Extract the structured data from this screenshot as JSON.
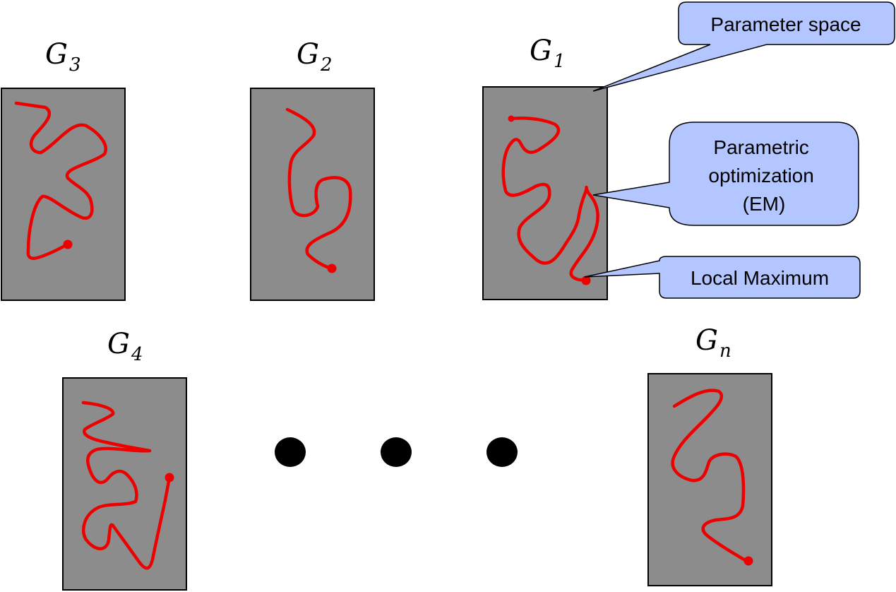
{
  "panels": [
    {
      "id": "g3",
      "letter": "G",
      "sub": "3"
    },
    {
      "id": "g2",
      "letter": "G",
      "sub": "2"
    },
    {
      "id": "g1",
      "letter": "G",
      "sub": "1"
    },
    {
      "id": "g4",
      "letter": "G",
      "sub": "4"
    },
    {
      "id": "gn",
      "letter": "G",
      "sub": "n"
    }
  ],
  "callouts": {
    "parameter_space": "Parameter space",
    "parametric_optimization": [
      "Parametric",
      "optimization",
      "(EM)"
    ],
    "local_maximum": "Local Maximum"
  },
  "colors": {
    "panel_fill": "#8c8c8c",
    "path": "#ee0000",
    "callout_fill": "#b3c6ff"
  }
}
